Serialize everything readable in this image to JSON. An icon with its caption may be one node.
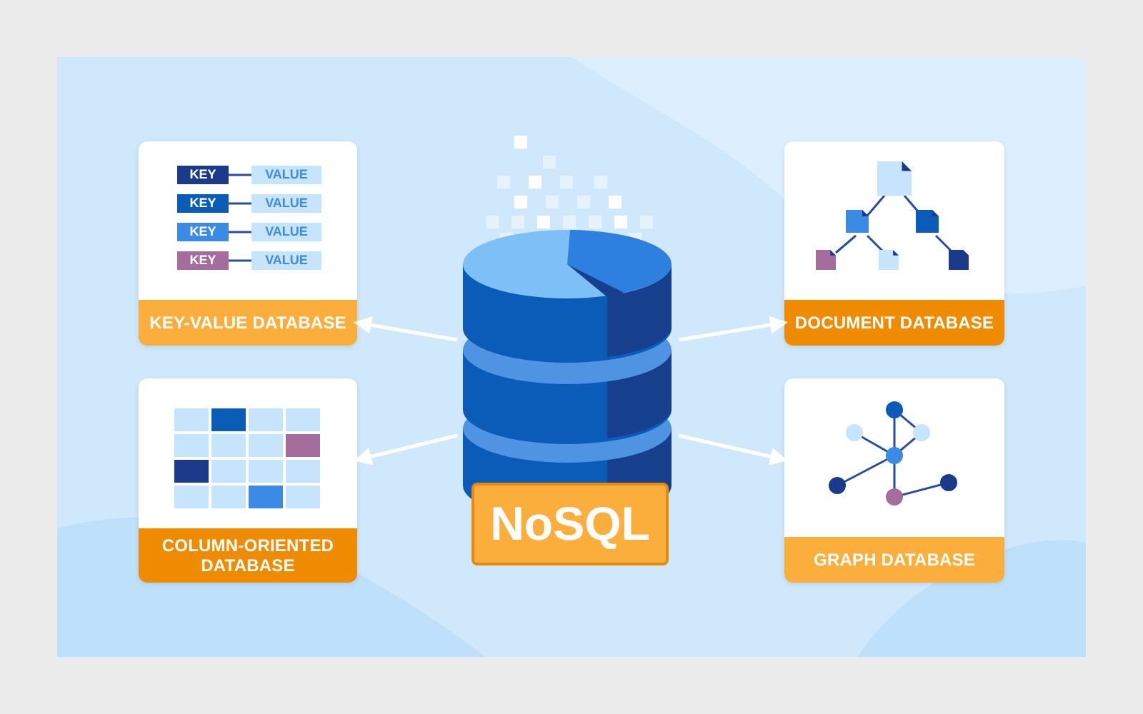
{
  "diagram": {
    "nodes": [
      {
        "text": [
          "KEY-VALUE DATABASE"
        ]
      },
      {
        "text": [
          "KEY"
        ],
        "in": 0
      },
      {
        "text": [
          "VALUE"
        ],
        "in": 0
      },
      {
        "text": [
          "KEY"
        ],
        "in": 0
      },
      {
        "text": [
          "VALUE"
        ],
        "in": 0
      },
      {
        "text": [
          "KEY"
        ],
        "in": 0
      },
      {
        "text": [
          "VALUE"
        ],
        "in": 0
      },
      {
        "text": [
          "KEY"
        ],
        "in": 0
      },
      {
        "text": [
          "VALUE"
        ],
        "in": 0
      },
      {
        "text": [
          "NoSQL"
        ]
      },
      {
        "text": [
          "DOCUMENT DATABASE"
        ]
      },
      {
        "text": [
          "COLUMN-ORIENTED DATABASE"
        ]
      },
      {
        "text": [
          "GRAPH DATABASE"
        ]
      }
    ],
    "edges": [
      {
        "from": 9,
        "to": 0,
        "arrow": "to"
      },
      {
        "from": 9,
        "to": 10,
        "arrow": "to"
      },
      {
        "from": 9,
        "to": 11,
        "arrow": "to"
      },
      {
        "from": 9,
        "to": 12,
        "arrow": "to"
      },
      {
        "from": 1,
        "to": 2,
        "arrow": "none",
        "color": "#2a4c9c"
      },
      {
        "from": 3,
        "to": 4,
        "arrow": "none",
        "color": "#2a4c9c"
      },
      {
        "from": 5,
        "to": 6,
        "arrow": "none",
        "color": "#2a4c9c"
      },
      {
        "from": 7,
        "to": 8,
        "arrow": "none",
        "color": "#2a4c9c"
      }
    ]
  }
}
